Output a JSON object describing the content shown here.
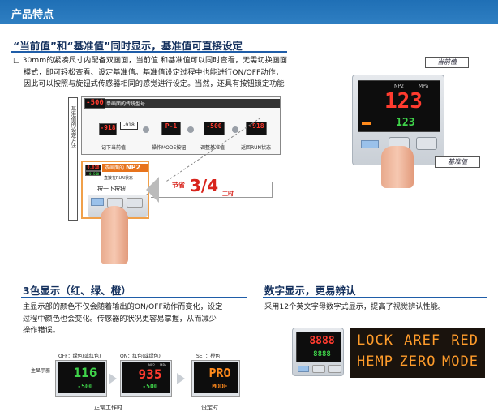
{
  "header": {
    "title": "产品特点"
  },
  "section1": {
    "title": "“当前值”和“基准值”同时显示，基准值可直接设定",
    "para_lines": [
      "□ 30mm的紧凑尺寸内配备双画面，当前值 和基准值可以同时查看，无需切换画面",
      "模式，即可轻松查看、设定基准值。基准值设定过程中也能进行ON/OFF动作，",
      "因此可以按照与旋钮式传感器相同的感觉进行设定。当然，还具有按钮锁定功能"
    ],
    "diagram": {
      "side_label": "基准值的设定方法",
      "single_title": "单画面的传统型号",
      "single_value": "-500",
      "steps": [
        {
          "display": "-918",
          "label": "记下当前值"
        },
        {
          "display": "P-1",
          "label": "操作MODE按钮"
        },
        {
          "display": "-500",
          "label": "调整基准值"
        },
        {
          "display": "-918",
          "label": "返回RUN状态"
        }
      ],
      "note_value": "-918",
      "dual_title": "双画面的",
      "dual_model": "NP2",
      "dual_upper": "0.018",
      "dual_lower": "-0.500",
      "direct_label": "直接在RUN状态",
      "press_label": "按一下按钮",
      "saving_prefix": "节省",
      "saving_value": "3/4",
      "saving_suffix": "工时"
    },
    "photo": {
      "model": "NP2",
      "unit": "MPa",
      "current_value": "123",
      "reference_value": "123",
      "current_label": "当前值",
      "reference_label": "基准值"
    }
  },
  "section2": {
    "title": "3色显示（红、绿、橙）",
    "para_lines": [
      "主显示部的颜色不仅会随着输出的ON/OFF动作而变化，设定",
      "过程中颜色也会变化。传感器的状况更容易掌握，从而减少",
      "操作错误。"
    ],
    "main_display_label": "主显示器",
    "panels": [
      {
        "header": "OFF：绿色(或红色)",
        "main": "116",
        "sub": "-500"
      },
      {
        "header": "ON：红色(或绿色)",
        "main": "935",
        "sub": "-500"
      },
      {
        "header": "SET：橙色",
        "main": "PRO",
        "sub": "MODE"
      }
    ],
    "caption_normal": "正常工作时",
    "caption_setting": "设定时",
    "model_tags": [
      "NP2",
      "MPa"
    ]
  },
  "section3": {
    "title": "数字显示，更易辨认",
    "para": "采用12个英文字母数字式显示，提高了视觉辨认性能。",
    "device_main": "8888",
    "device_sub": "8888",
    "words_row1": [
      "LOCK",
      "AREF",
      "RED"
    ],
    "words_row2": [
      "HEMP",
      "ZERO",
      "MODE"
    ]
  },
  "colors": {
    "header_blue": "#1f6fb5",
    "title_navy": "#15315e",
    "lcd_red": "#ff3b2f",
    "lcd_green": "#3fd34a",
    "lcd_orange": "#ff8a1c",
    "saving_red": "#d8241c"
  }
}
